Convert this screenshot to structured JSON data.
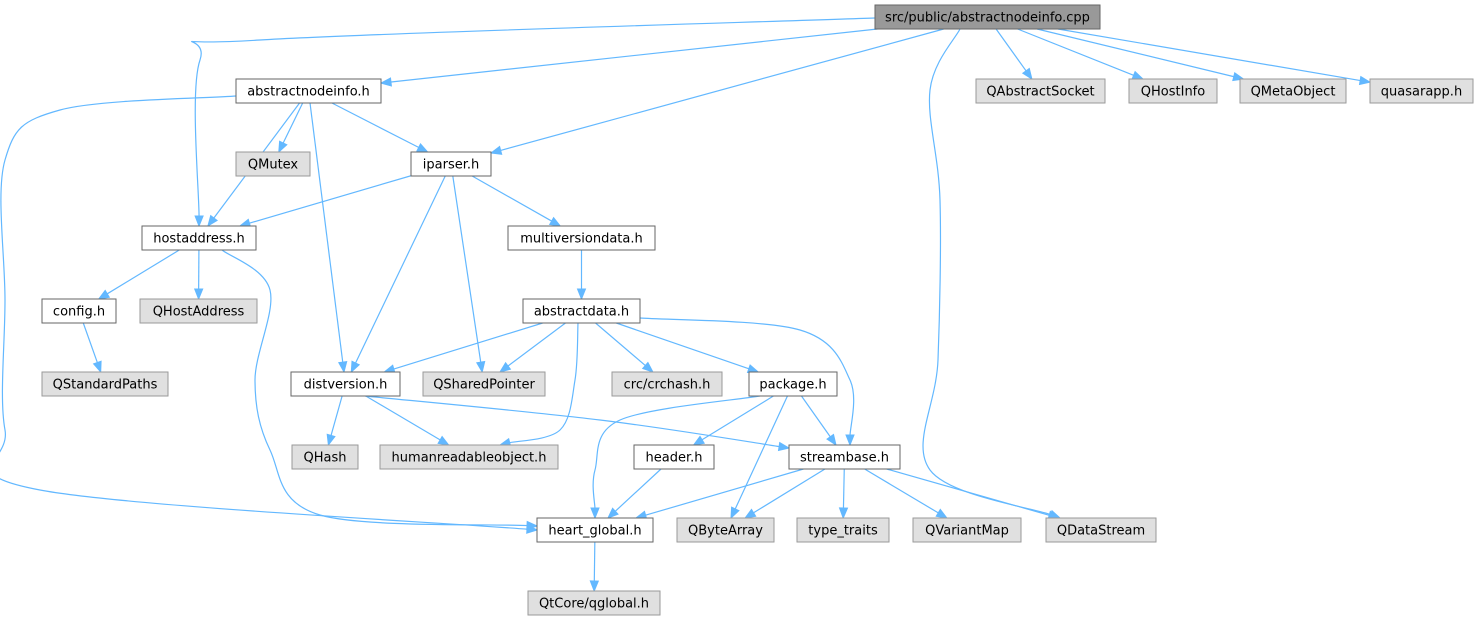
{
  "diagram": {
    "type": "include-dependency-graph",
    "colors": {
      "edge": "#63b8ff",
      "root_fill": "#999999",
      "local_fill": "#ffffff",
      "external_fill": "#e0e0e0",
      "border": "#666666",
      "external_border": "#999999"
    },
    "nodes": [
      {
        "id": "root",
        "label": "src/public/abstractnodeinfo.cpp",
        "kind": "root"
      },
      {
        "id": "abstractnodeinfo_h",
        "label": "abstractnodeinfo.h",
        "kind": "local"
      },
      {
        "id": "QAbstractSocket",
        "label": "QAbstractSocket",
        "kind": "external"
      },
      {
        "id": "QHostInfo",
        "label": "QHostInfo",
        "kind": "external"
      },
      {
        "id": "QMetaObject",
        "label": "QMetaObject",
        "kind": "external"
      },
      {
        "id": "quasarapp_h",
        "label": "quasarapp.h",
        "kind": "external"
      },
      {
        "id": "QMutex",
        "label": "QMutex",
        "kind": "external"
      },
      {
        "id": "iparser_h",
        "label": "iparser.h",
        "kind": "local"
      },
      {
        "id": "hostaddress_h",
        "label": "hostaddress.h",
        "kind": "local"
      },
      {
        "id": "multiversiondata_h",
        "label": "multiversiondata.h",
        "kind": "local"
      },
      {
        "id": "config_h",
        "label": "config.h",
        "kind": "local"
      },
      {
        "id": "QHostAddress",
        "label": "QHostAddress",
        "kind": "external"
      },
      {
        "id": "abstractdata_h",
        "label": "abstractdata.h",
        "kind": "local"
      },
      {
        "id": "QStandardPaths",
        "label": "QStandardPaths",
        "kind": "external"
      },
      {
        "id": "distversion_h",
        "label": "distversion.h",
        "kind": "local"
      },
      {
        "id": "QSharedPointer",
        "label": "QSharedPointer",
        "kind": "external"
      },
      {
        "id": "crchash_h",
        "label": "crc/crchash.h",
        "kind": "external"
      },
      {
        "id": "package_h",
        "label": "package.h",
        "kind": "local"
      },
      {
        "id": "QHash",
        "label": "QHash",
        "kind": "external"
      },
      {
        "id": "humanreadableobject_h",
        "label": "humanreadableobject.h",
        "kind": "external"
      },
      {
        "id": "header_h",
        "label": "header.h",
        "kind": "local"
      },
      {
        "id": "streambase_h",
        "label": "streambase.h",
        "kind": "local"
      },
      {
        "id": "heart_global_h",
        "label": "heart_global.h",
        "kind": "local"
      },
      {
        "id": "QByteArray",
        "label": "QByteArray",
        "kind": "external"
      },
      {
        "id": "type_traits",
        "label": "type_traits",
        "kind": "external"
      },
      {
        "id": "QVariantMap",
        "label": "QVariantMap",
        "kind": "external"
      },
      {
        "id": "QDataStream",
        "label": "QDataStream",
        "kind": "external"
      },
      {
        "id": "qglobal_h",
        "label": "QtCore/qglobal.h",
        "kind": "external"
      }
    ],
    "edges": [
      {
        "from": "root",
        "to": "abstractnodeinfo_h"
      },
      {
        "from": "root",
        "to": "hostaddress_h"
      },
      {
        "from": "root",
        "to": "iparser_h"
      },
      {
        "from": "root",
        "to": "QAbstractSocket"
      },
      {
        "from": "root",
        "to": "QHostInfo"
      },
      {
        "from": "root",
        "to": "QMetaObject"
      },
      {
        "from": "root",
        "to": "quasarapp_h"
      },
      {
        "from": "root",
        "to": "QDataStream"
      },
      {
        "from": "abstractnodeinfo_h",
        "to": "QMutex"
      },
      {
        "from": "abstractnodeinfo_h",
        "to": "iparser_h"
      },
      {
        "from": "abstractnodeinfo_h",
        "to": "hostaddress_h"
      },
      {
        "from": "abstractnodeinfo_h",
        "to": "distversion_h"
      },
      {
        "from": "abstractnodeinfo_h",
        "to": "heart_global_h"
      },
      {
        "from": "iparser_h",
        "to": "hostaddress_h"
      },
      {
        "from": "iparser_h",
        "to": "multiversiondata_h"
      },
      {
        "from": "iparser_h",
        "to": "distversion_h"
      },
      {
        "from": "iparser_h",
        "to": "QSharedPointer"
      },
      {
        "from": "hostaddress_h",
        "to": "config_h"
      },
      {
        "from": "hostaddress_h",
        "to": "QHostAddress"
      },
      {
        "from": "hostaddress_h",
        "to": "heart_global_h"
      },
      {
        "from": "config_h",
        "to": "QStandardPaths"
      },
      {
        "from": "multiversiondata_h",
        "to": "abstractdata_h"
      },
      {
        "from": "abstractdata_h",
        "to": "distversion_h"
      },
      {
        "from": "abstractdata_h",
        "to": "QSharedPointer"
      },
      {
        "from": "abstractdata_h",
        "to": "crchash_h"
      },
      {
        "from": "abstractdata_h",
        "to": "package_h"
      },
      {
        "from": "abstractdata_h",
        "to": "humanreadableobject_h"
      },
      {
        "from": "abstractdata_h",
        "to": "streambase_h"
      },
      {
        "from": "distversion_h",
        "to": "QHash"
      },
      {
        "from": "distversion_h",
        "to": "humanreadableobject_h"
      },
      {
        "from": "distversion_h",
        "to": "streambase_h"
      },
      {
        "from": "package_h",
        "to": "header_h"
      },
      {
        "from": "package_h",
        "to": "streambase_h"
      },
      {
        "from": "package_h",
        "to": "QByteArray"
      },
      {
        "from": "package_h",
        "to": "heart_global_h"
      },
      {
        "from": "header_h",
        "to": "heart_global_h"
      },
      {
        "from": "streambase_h",
        "to": "heart_global_h"
      },
      {
        "from": "streambase_h",
        "to": "QByteArray"
      },
      {
        "from": "streambase_h",
        "to": "type_traits"
      },
      {
        "from": "streambase_h",
        "to": "QVariantMap"
      },
      {
        "from": "streambase_h",
        "to": "QDataStream"
      },
      {
        "from": "heart_global_h",
        "to": "qglobal_h"
      }
    ]
  }
}
